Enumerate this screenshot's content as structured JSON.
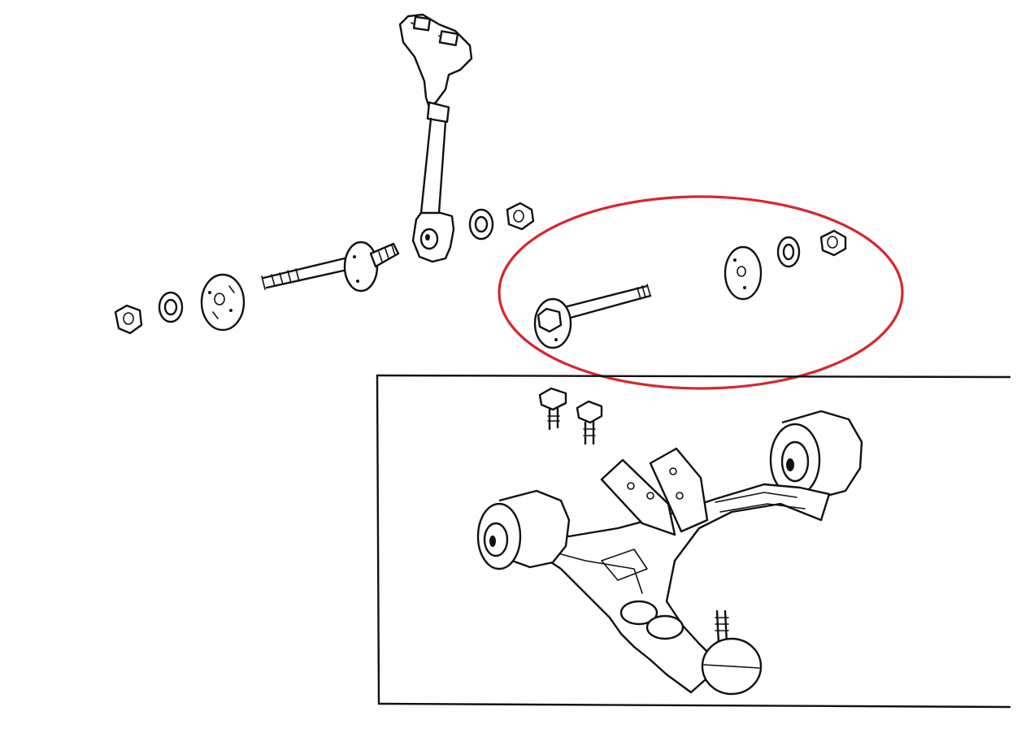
{
  "diagram": {
    "highlight_color": "#d7262e",
    "line_color": "#111111",
    "background_color": "#ffffff",
    "parts": [
      "strut-rod",
      "strut-rod-bushing",
      "washer",
      "nut",
      "cam-bolt",
      "cam-plate",
      "mount-bolt",
      "lower-control-arm",
      "ball-joint"
    ],
    "highlighted_group": "cam-bolt-assembly"
  }
}
